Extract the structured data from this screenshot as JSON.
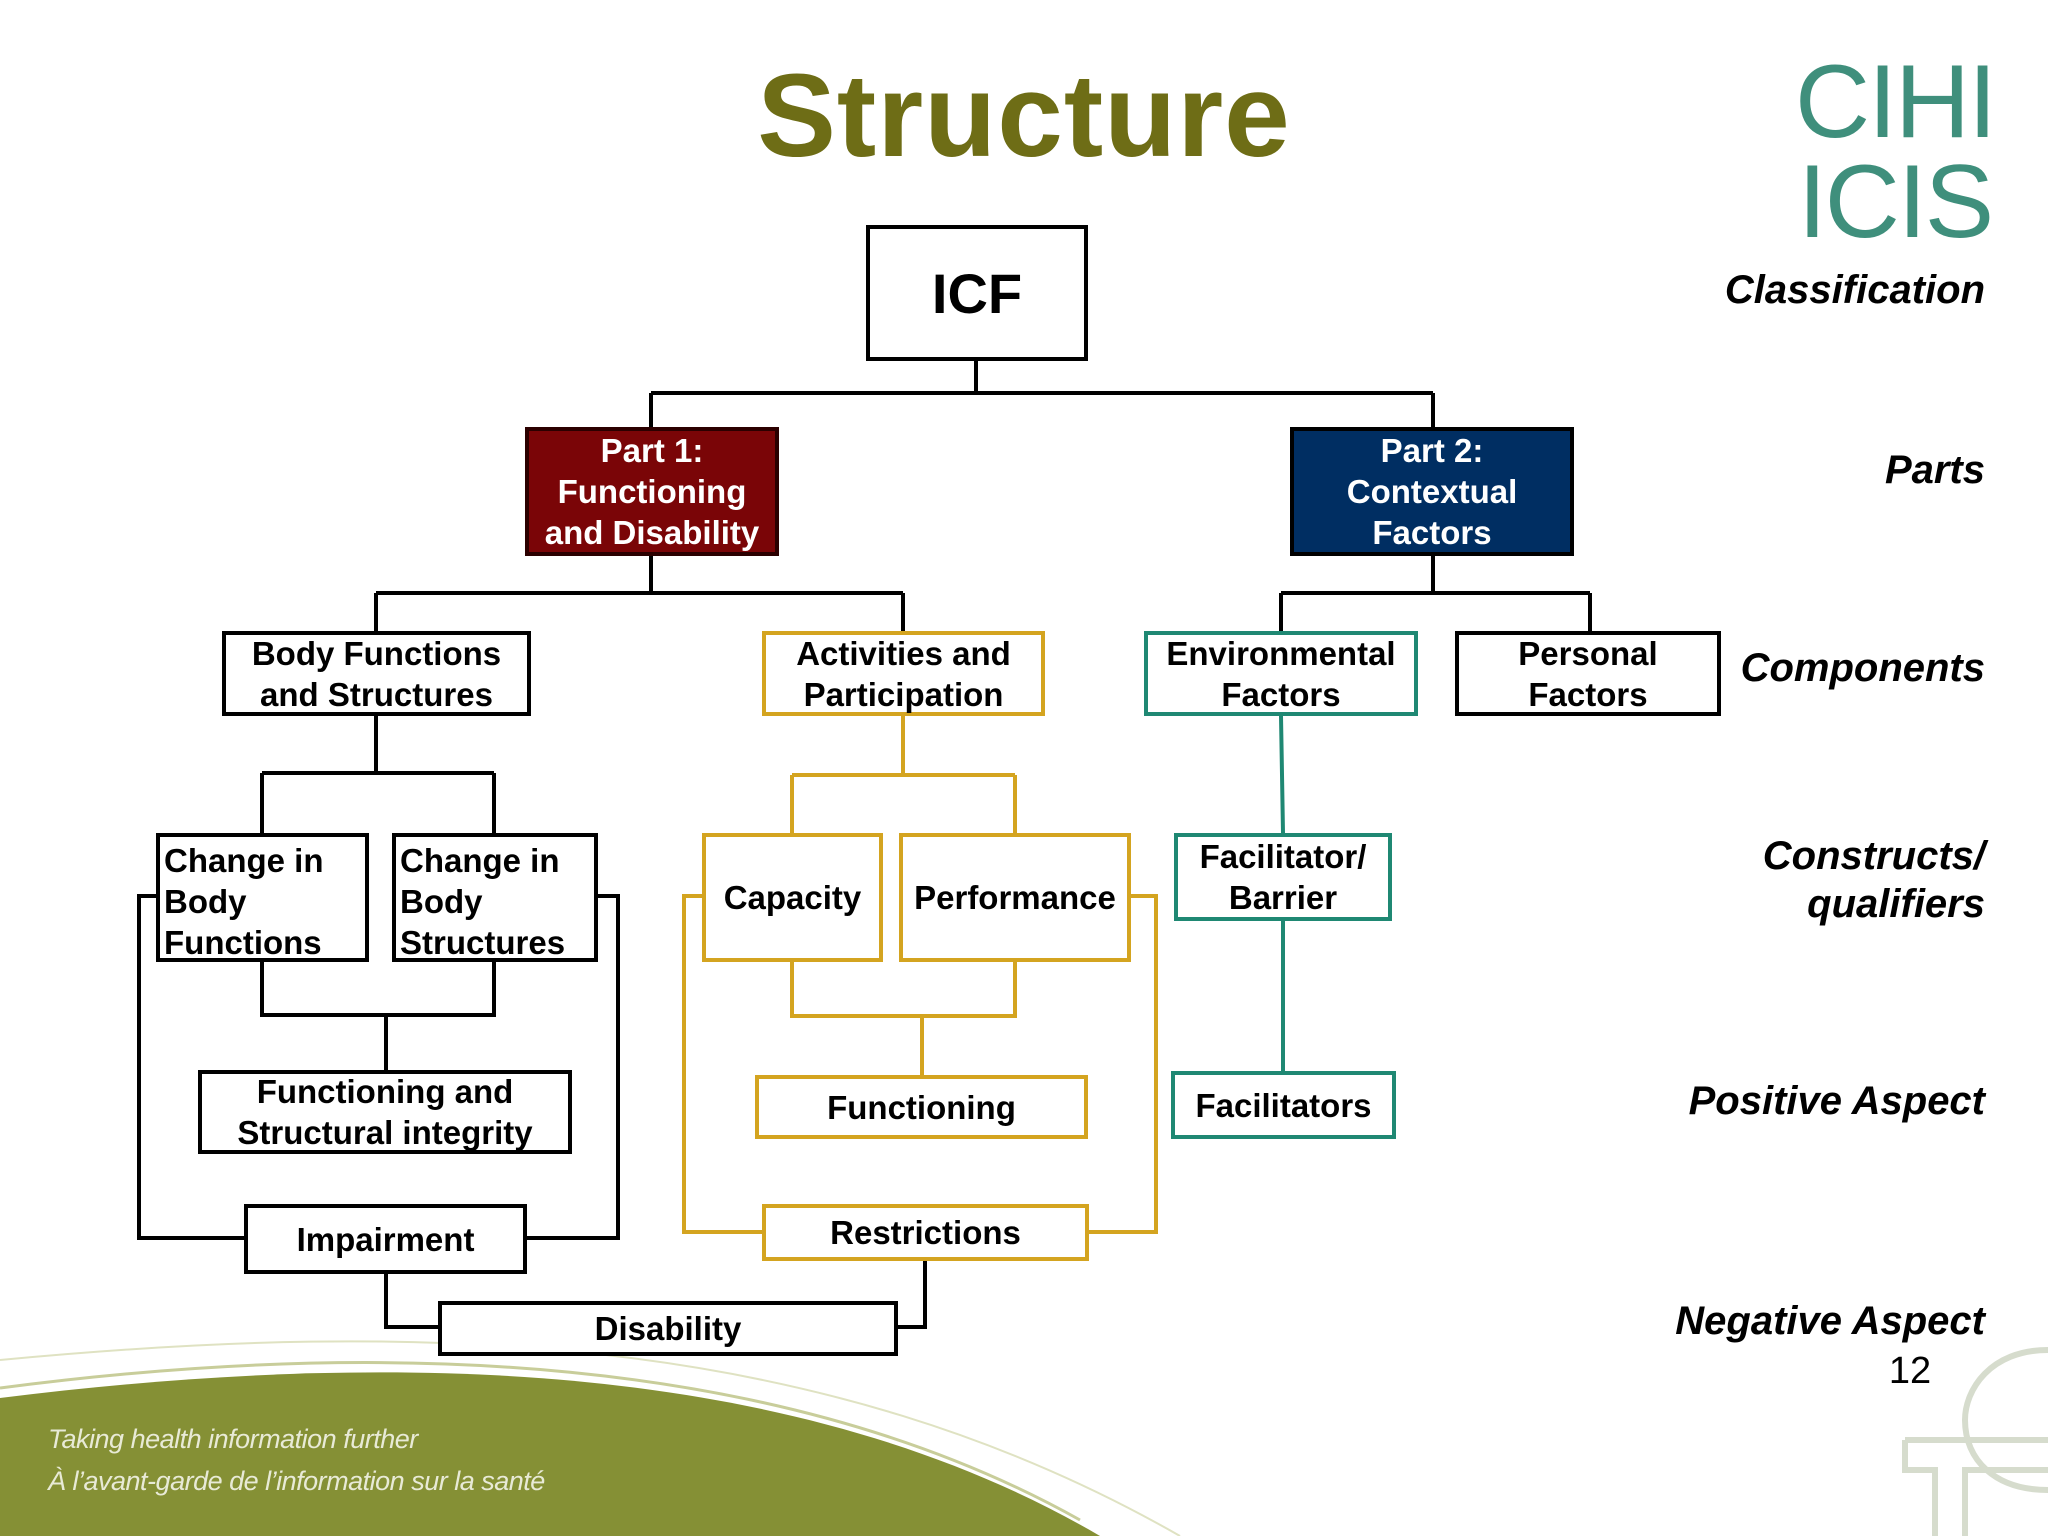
{
  "title": "Structure",
  "logo": {
    "line1": "CIHI",
    "line2": "ICIS"
  },
  "levels": {
    "classification": "Classification",
    "parts": "Parts",
    "components": "Components",
    "constructs_line1": "Constructs/",
    "constructs_line2": "qualifiers",
    "positive": "Positive Aspect",
    "negative": "Negative Aspect"
  },
  "diagram": {
    "icf": "ICF",
    "part1": [
      "Part 1:",
      "Functioning",
      "and Disability"
    ],
    "part2": [
      "Part 2:",
      "Contextual",
      "Factors"
    ],
    "body_functions_structures": [
      "Body Functions",
      "and Structures"
    ],
    "activities_participation": [
      "Activities and",
      "Participation"
    ],
    "environmental_factors": [
      "Environmental",
      "Factors"
    ],
    "personal_factors": [
      "Personal",
      "Factors"
    ],
    "change_body_functions": [
      "Change in",
      "Body",
      "Functions"
    ],
    "change_body_structures": [
      "Change in",
      "Body",
      "Structures"
    ],
    "capacity": "Capacity",
    "performance": "Performance",
    "facilitator_barrier": [
      "Facilitator/",
      "Barrier"
    ],
    "functioning_structural_integrity": [
      "Functioning and",
      "Structural integrity"
    ],
    "functioning": "Functioning",
    "facilitators": "Facilitators",
    "impairment": "Impairment",
    "restrictions": "Restrictions",
    "disability": "Disability"
  },
  "footer": {
    "tagline_en": "Taking health information further",
    "tagline_fr": "À l’avant-garde de l’information sur la santé"
  },
  "page_number": "12",
  "colors": {
    "title": "#6e6d16",
    "part1": "#7a0507",
    "part2": "#002e62",
    "gold": "#d4a420",
    "teal": "#1f8873",
    "logo": "#3f8f7c",
    "footer_band": "#7e8a2a"
  }
}
